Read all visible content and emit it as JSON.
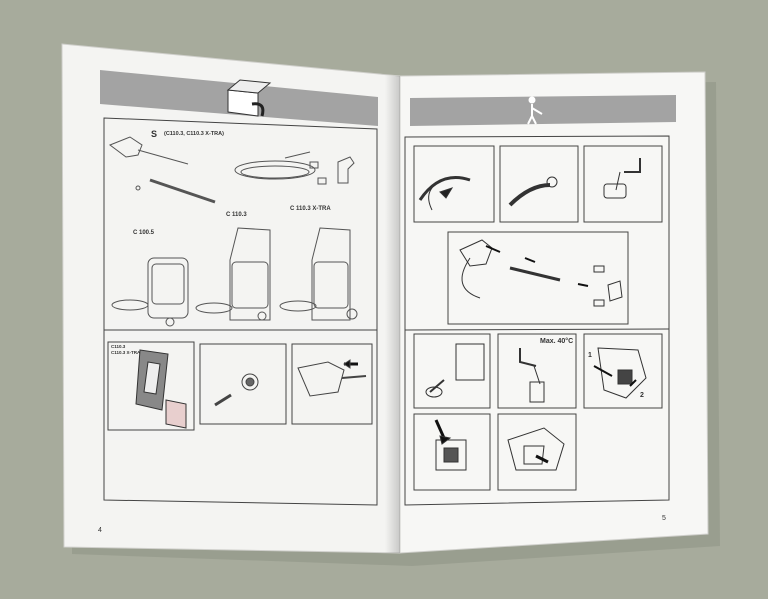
{
  "manual": {
    "left_page": {
      "page_number": "4",
      "symbol": "S",
      "model_label_s": "(C110.3, C110.3 X-TRA)",
      "model_c100": "C 100.5",
      "model_c110": "C 110.3",
      "model_c110x": "C 110.3 X-TRA",
      "inset_label_1": "C110.3",
      "inset_label_2": "C110.3 X-TRA"
    },
    "right_page": {
      "page_number": "5",
      "temp_label": "Max. 40°C",
      "step_1": "1",
      "step_2": "2"
    }
  },
  "colors": {
    "background": "#a7ab9c",
    "paper": "#f6f6f4",
    "header_bar": "#a3a3a3",
    "line": "#444444"
  }
}
